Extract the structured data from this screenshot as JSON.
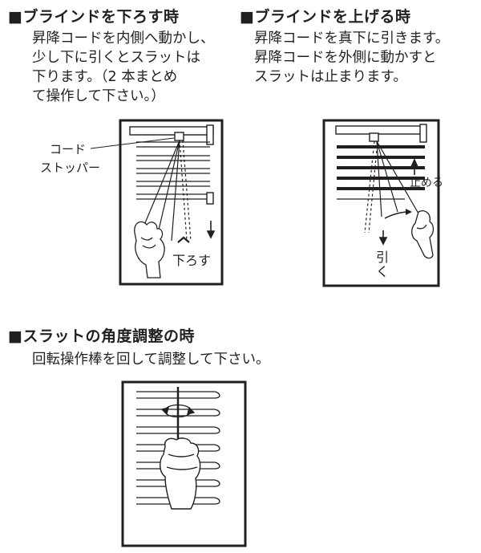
{
  "section_lower": {
    "heading": "■ブラインドを下ろす時",
    "lines": [
      "昇降コードを内側へ動かし、",
      "少し下に引くとスラットは",
      "下ります。（2 本まとめ",
      "て操作して下さい。）"
    ],
    "label_cord_stopper_line1": "コード",
    "label_cord_stopper_line2": "ストッパー",
    "label_lower": "下ろす"
  },
  "section_raise": {
    "heading": "■ブラインドを上げる時",
    "lines": [
      "昇降コードを真下に引きます。",
      "昇降コードを外側に動かすと",
      "スラットは止まります。"
    ],
    "label_stop": "止める",
    "label_pull_1": "引",
    "label_pull_2": "く"
  },
  "section_angle": {
    "heading": "■スラットの角度調整の時",
    "lines": [
      "回転操作棒を回して調整して下さい。"
    ]
  }
}
